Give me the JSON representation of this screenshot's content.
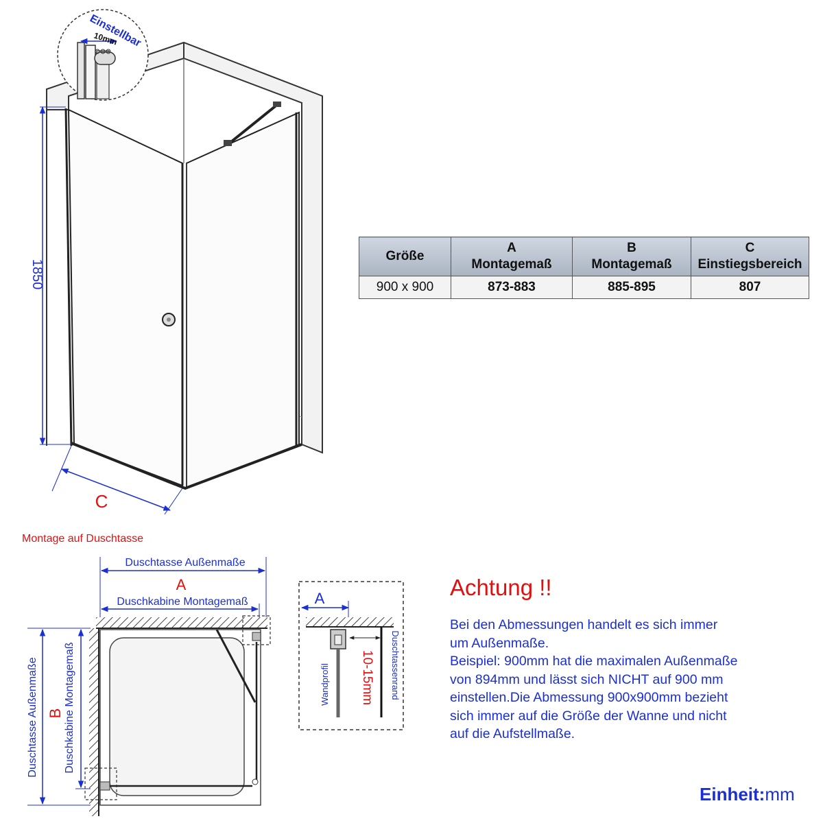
{
  "iso": {
    "height_label": "1850",
    "c_label": "C",
    "detail_label": "Einstellbar",
    "detail_sub": "10mm",
    "mount_caption": "Montage auf Duschtasse"
  },
  "table": {
    "headers": [
      {
        "l1": "Größe",
        "l2": ""
      },
      {
        "l1": "A",
        "l2": "Montagemaß"
      },
      {
        "l1": "B",
        "l2": "Montagemaß"
      },
      {
        "l1": "C",
        "l2": "Einstiegsbereich"
      }
    ],
    "row": [
      "900 x 900",
      "873-883",
      "885-895",
      "807"
    ]
  },
  "plan": {
    "outer_label": "Duschtasse Außenmaße",
    "a_label": "A",
    "inner_label": "Duschkabine Montagemaß",
    "b_label": "B",
    "left_outer_label": "Duschtasse Außenmaße",
    "left_inner_label": "Duschkabine Montagemaß"
  },
  "detail": {
    "a_label": "A",
    "profile_label": "Wandprofil",
    "gap_label": "10-15mm",
    "edge_label": "Duschtassenrand"
  },
  "note": {
    "title": "Achtung !!",
    "lines": [
      "Bei den Abmessungen handelt es sich immer",
      "um Außenmaße.",
      "Beispiel: 900mm hat die maximalen Außenmaße",
      "von 894mm und lässt sich NICHT auf 900 mm",
      "einstellen.Die Abmessung 900x900mm bezieht",
      "sich immer auf die Größe der Wanne und nicht",
      "auf die Aufstellmaße."
    ]
  },
  "unit": {
    "label": "Einheit:",
    "value": "mm"
  },
  "colors": {
    "dimension": "#1c2fd0",
    "alert": "#e01010",
    "line": "#333333"
  }
}
